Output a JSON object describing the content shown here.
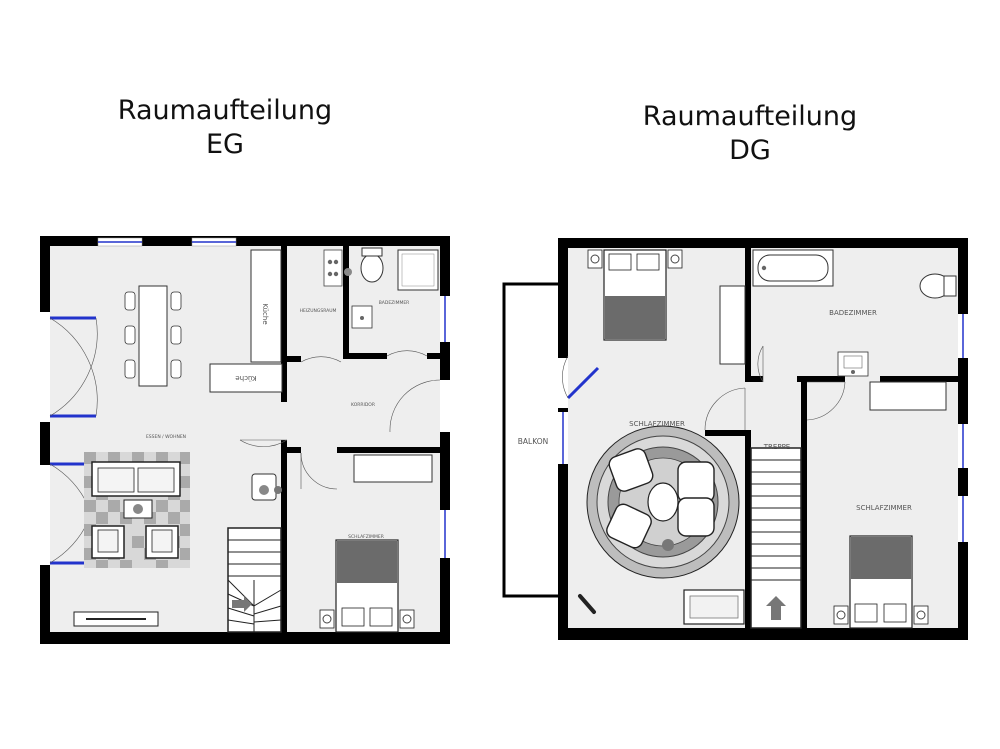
{
  "titles": {
    "eg": {
      "line1": "Raumaufteilung",
      "line2": "EG"
    },
    "dg": {
      "line1": "Raumaufteilung",
      "line2": "DG"
    }
  },
  "eg_rooms": {
    "kitchen": "Küche",
    "kitchen2": "Küche",
    "heating": "HEIZUNGSRAUM",
    "bath": "BADEZIMMER",
    "corridor": "KORRIDOR",
    "living": "ESSEN / WOHNEN",
    "bedroom": "SCHLAFZIMMER"
  },
  "dg_rooms": {
    "balcony": "BALKON",
    "bedroom_left": "SCHLAFZIMMER",
    "bath": "BADEZIMMER",
    "stairs": "TREPPE",
    "bedroom_right": "SCHLAFZIMMER"
  },
  "colors": {
    "wall": "#000000",
    "floor": "#eeeeee",
    "window": "#2233cc",
    "bed": "#6b6b6b"
  }
}
